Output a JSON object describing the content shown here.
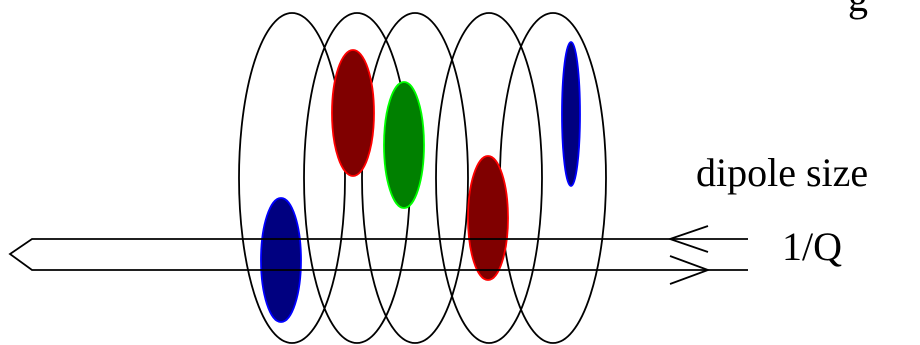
{
  "labels": {
    "dipole_size": "dipole size",
    "inverse_q": "1/Q",
    "top_right_fragment": "g"
  },
  "colors": {
    "line": "#000000",
    "dark_red": "#800000",
    "red_outline": "#ff0000",
    "dark_green": "#008000",
    "green_outline": "#00ff00",
    "dark_blue": "#000080",
    "blue_outline": "#0000ff"
  },
  "blobs": [
    {
      "name": "blob-blue-lower-left",
      "fill": "#000080",
      "stroke": "#0000ff"
    },
    {
      "name": "blob-red-upper-left",
      "fill": "#800000",
      "stroke": "#ff0000"
    },
    {
      "name": "blob-green-middle",
      "fill": "#008000",
      "stroke": "#00ff00"
    },
    {
      "name": "blob-red-lower-right",
      "fill": "#800000",
      "stroke": "#ff0000"
    },
    {
      "name": "blob-blue-upper-right",
      "fill": "#000080",
      "stroke": "#0000ff"
    }
  ]
}
